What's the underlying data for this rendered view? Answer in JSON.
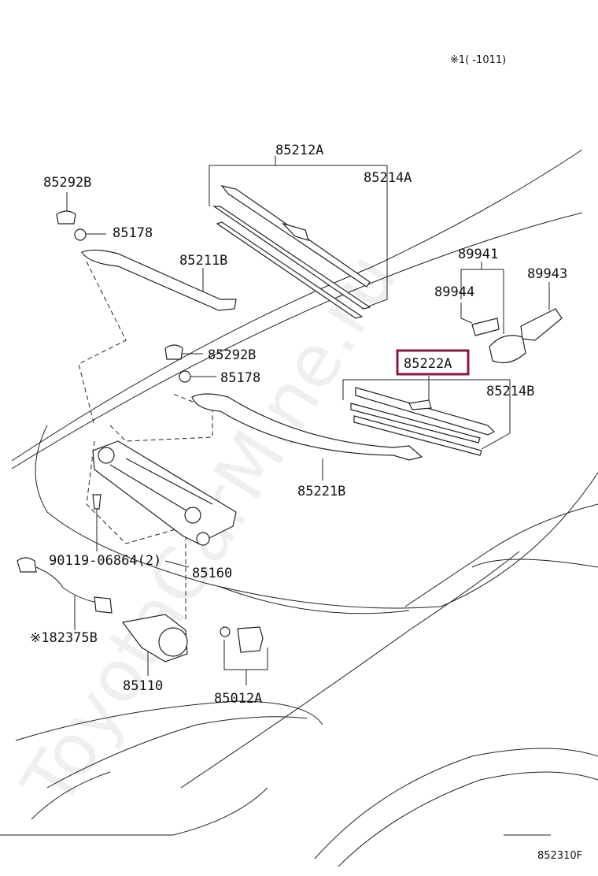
{
  "header": {
    "note": "※1(   -1011)"
  },
  "footer": {
    "figure_code": "852310F"
  },
  "watermark": "ToyotaCarMine.ru",
  "highlight_color": "#8b1a3a",
  "labels": {
    "l85212A": "85212A",
    "l85214A": "85214A",
    "l85292B_1": "85292B",
    "l85178_1": "85178",
    "l85211B": "85211B",
    "l85292B_2": "85292B",
    "l85178_2": "85178",
    "l85221B": "85221B",
    "l85222A": "85222A",
    "l85214B": "85214B",
    "l89941": "89941",
    "l89944": "89944",
    "l89943": "89943",
    "l90119": "90119-06864(2)",
    "l85160": "85160",
    "l82375B": "※182375B",
    "l85110": "85110",
    "l85012A": "85012A"
  }
}
